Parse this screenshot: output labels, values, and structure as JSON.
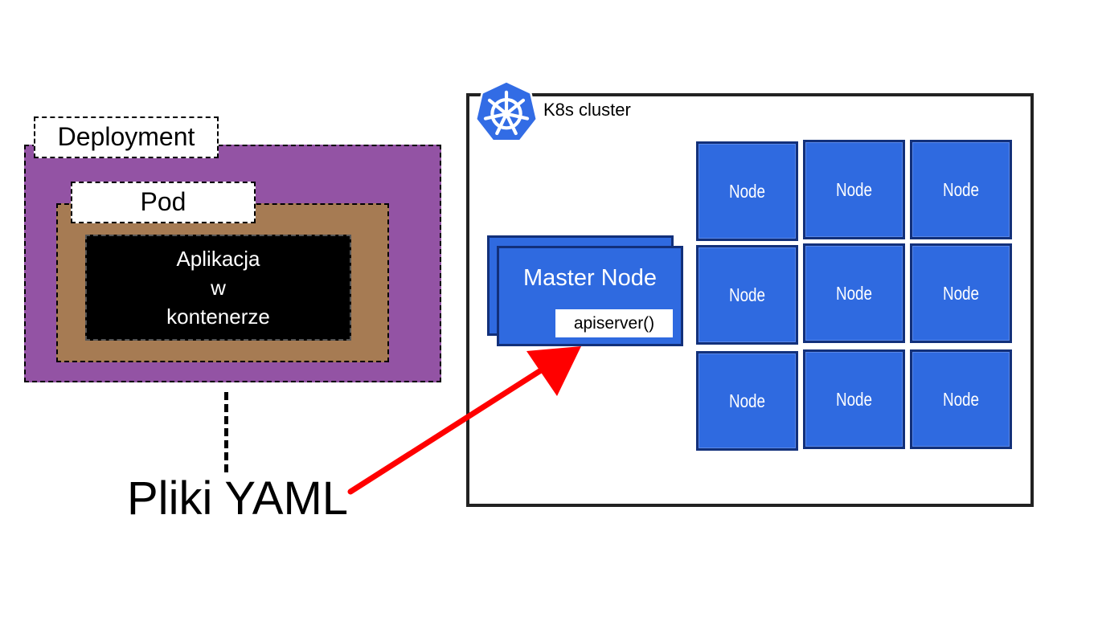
{
  "deployment": {
    "label": "Deployment",
    "pod": {
      "label": "Pod",
      "app_lines": [
        "Aplikacja",
        "w",
        "kontenerze"
      ]
    },
    "fill_color": "#9353a4",
    "pod_fill_color": "#a67b53"
  },
  "yaml": {
    "label": "Pliki YAML"
  },
  "cluster": {
    "label": "K8s cluster",
    "logo_icon": "kubernetes-helm-wheel-icon",
    "master": {
      "label": "Master Node",
      "api": "apiserver()"
    },
    "nodes": [
      "Node",
      "Node",
      "Node",
      "Node",
      "Node",
      "Node",
      "Node",
      "Node",
      "Node"
    ],
    "node_color": "#2f6ae0",
    "logo_color": "#326ce5"
  },
  "arrow": {
    "color": "#ff0000"
  }
}
